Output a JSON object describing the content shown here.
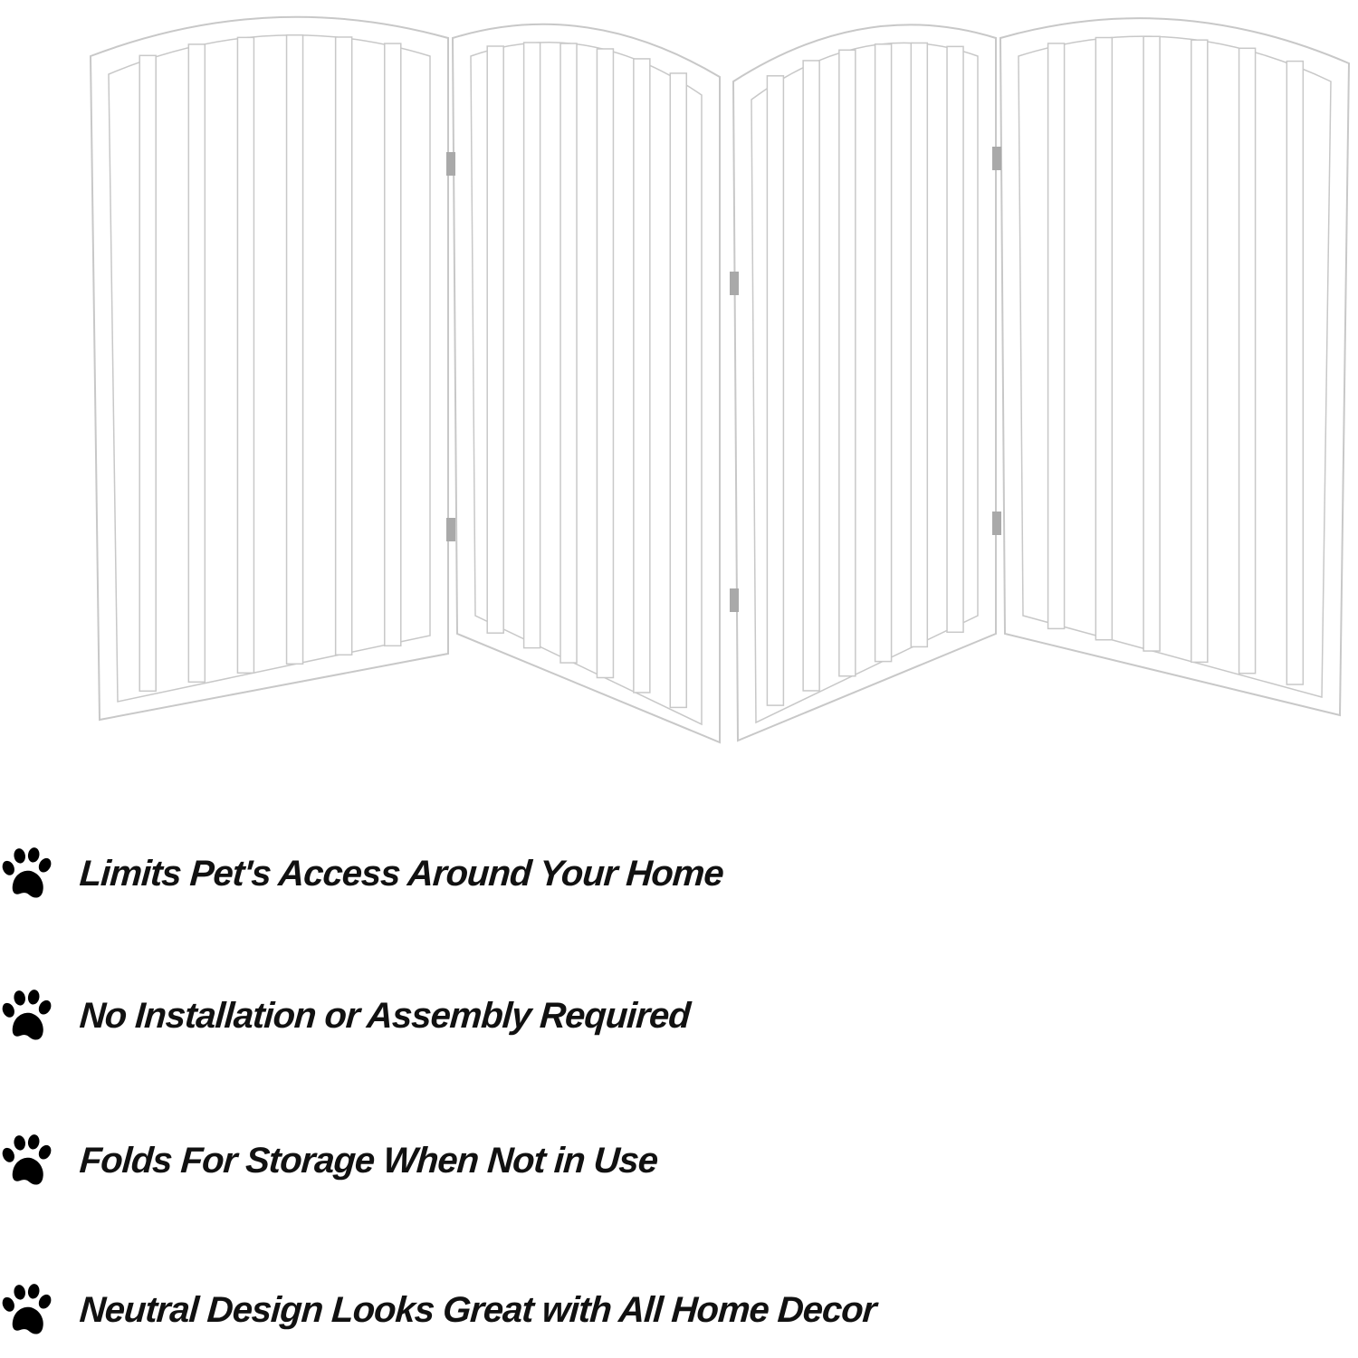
{
  "product": {
    "panel_count": 4,
    "color": "#ffffff",
    "outline_color": "#c8c8c8",
    "hinge_color": "#a9a9a9"
  },
  "features": [
    {
      "icon": "paw-icon",
      "text": "Limits Pet's Access Around Your Home"
    },
    {
      "icon": "paw-icon",
      "text": "No Installation or Assembly Required"
    },
    {
      "icon": "paw-icon",
      "text": "Folds For Storage When Not in Use"
    },
    {
      "icon": "paw-icon",
      "text": "Neutral Design Looks Great with All Home Decor"
    }
  ]
}
